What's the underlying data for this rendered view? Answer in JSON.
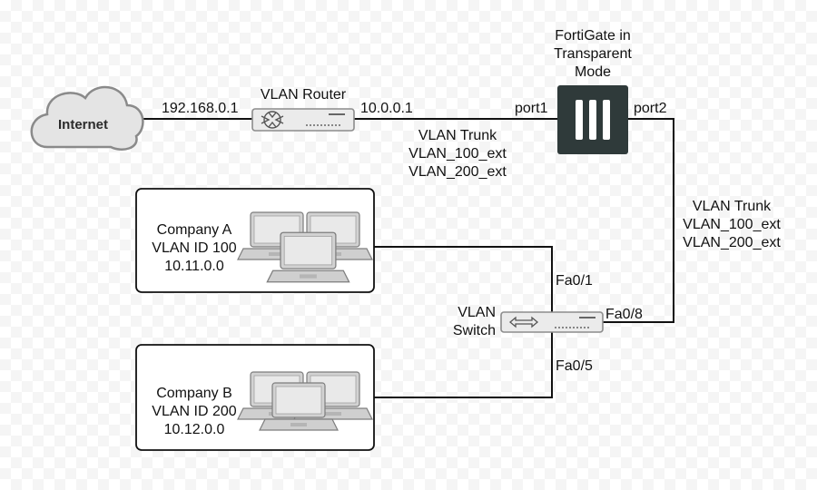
{
  "internet": {
    "label": "Internet"
  },
  "router": {
    "title": "VLAN Router",
    "left_ip": "192.168.0.1",
    "right_ip": "10.0.0.1"
  },
  "trunk_top": {
    "lines": [
      "VLAN Trunk",
      "VLAN_100_ext",
      "VLAN_200_ext"
    ]
  },
  "fortigate": {
    "title_lines": [
      "FortiGate in",
      "Transparent",
      "Mode"
    ],
    "port1": "port1",
    "port2": "port2"
  },
  "trunk_right": {
    "lines": [
      "VLAN Trunk",
      "VLAN_100_ext",
      "VLAN_200_ext"
    ]
  },
  "company_a": {
    "lines": [
      "Company A",
      "VLAN ID 100",
      "10.11.0.0"
    ]
  },
  "company_b": {
    "lines": [
      "Company B",
      "VLAN ID 200",
      "10.12.0.0"
    ]
  },
  "switch": {
    "title_lines": [
      "VLAN",
      "Switch"
    ],
    "fa01": "Fa0/1",
    "fa05": "Fa0/5",
    "fa08": "Fa0/8"
  },
  "colors": {
    "line": "#111111",
    "device_fill": "#e9e9e9",
    "device_stroke": "#9a9a9a",
    "cloud_fill": "#e6e6e6",
    "fortigate_fill": "#2f3a3a",
    "laptop_fill": "#d4d4d4"
  },
  "icons": [
    "cloud-icon",
    "router-icon",
    "fortigate-icon",
    "switch-icon",
    "laptop-icon"
  ]
}
